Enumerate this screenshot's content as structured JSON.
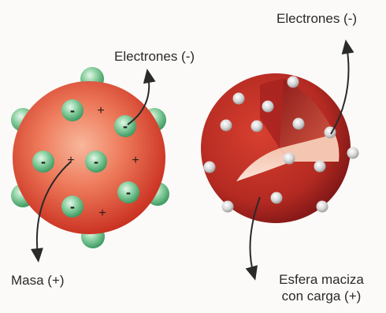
{
  "labels": {
    "electrons_top_right": "Electrones (-)",
    "electrons_left": "Electrones (-)",
    "mass": "Masa (+)",
    "sphere_line1": "Esfera maciza",
    "sphere_line2": "con carga (+)"
  },
  "symbols": {
    "electron": "-",
    "positive": "+"
  },
  "colors": {
    "sphere_left_outer": "#d63a26",
    "sphere_left_inner": "#f6a98d",
    "electron_green": "#58b97a",
    "sphere_right_dark": "#9c1f1d",
    "sphere_right_mid": "#c8332a",
    "cut_light": "#f0b8a3",
    "text": "#2a2a2a"
  }
}
